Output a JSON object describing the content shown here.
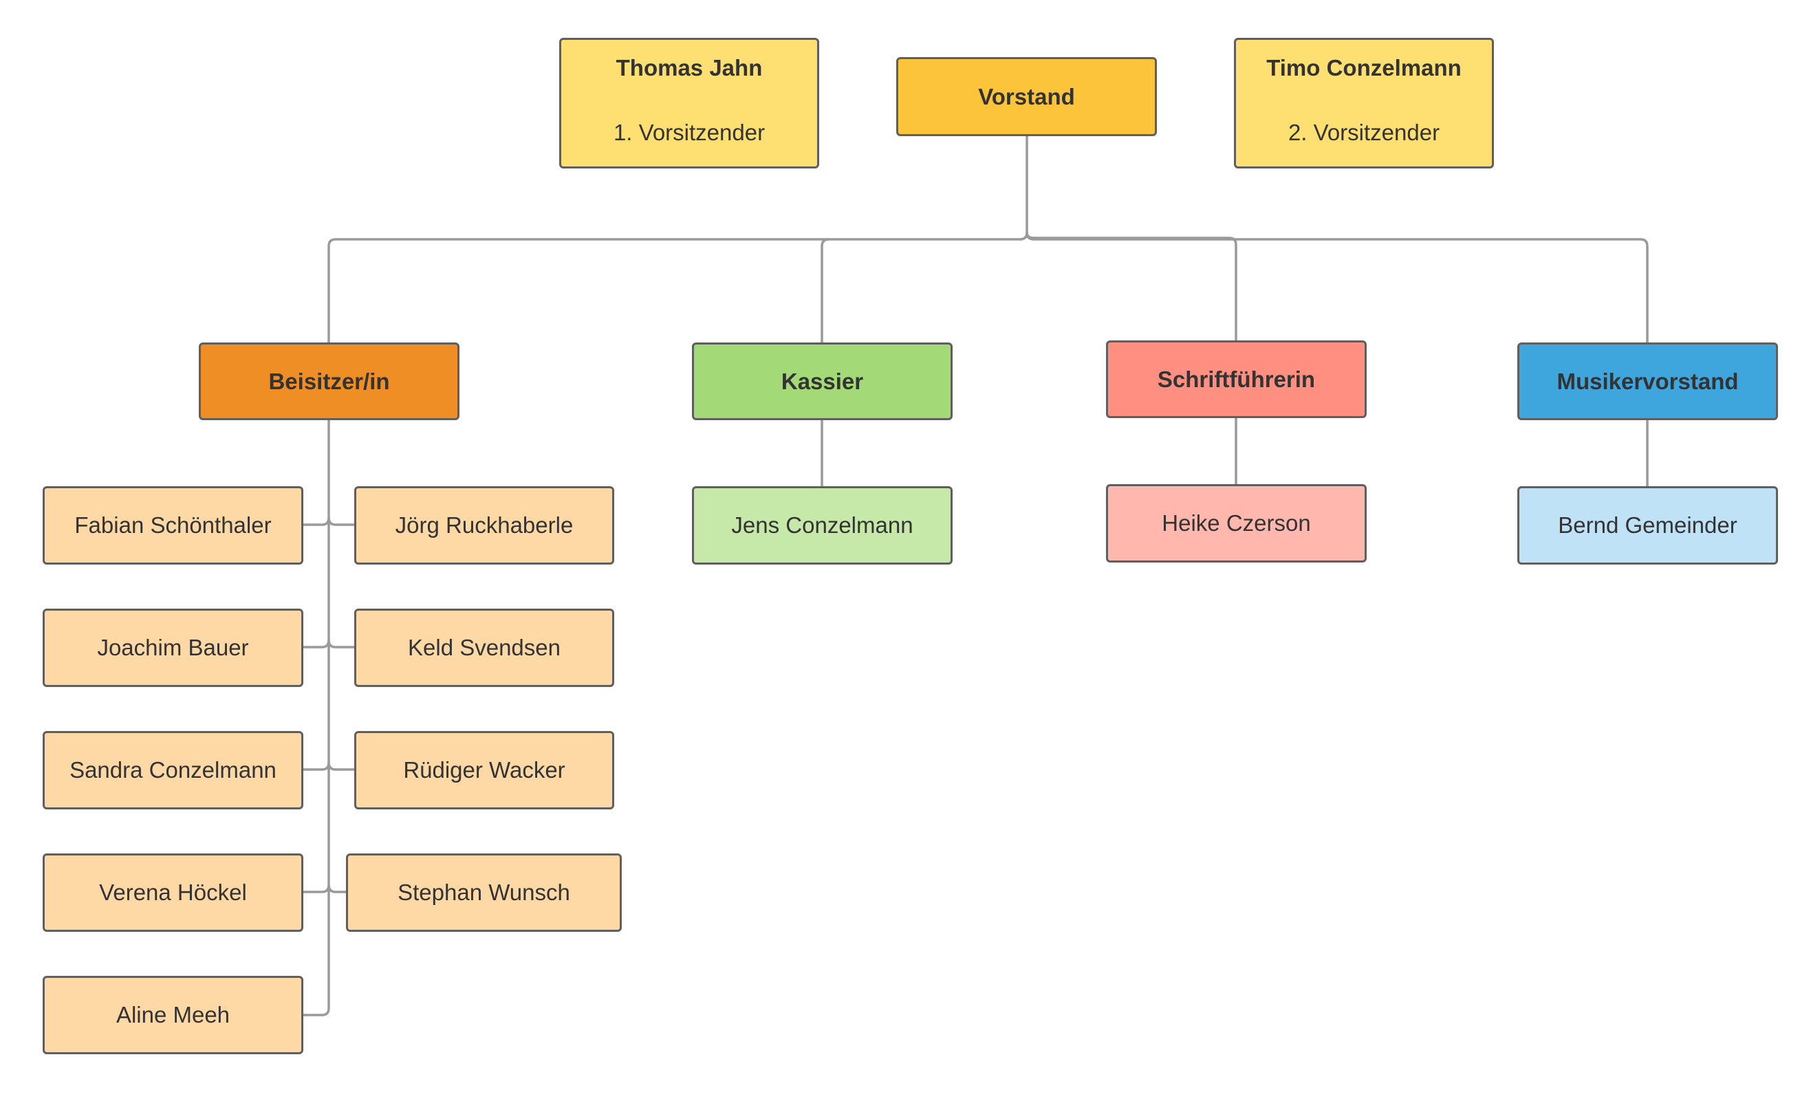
{
  "colors": {
    "connector": "#9a9a9a",
    "border": "#5f5f5f",
    "text": "#333333",
    "vorstand": "#fbc43b",
    "officer": "#fedf71",
    "beisitzer": "#ef8e24",
    "beisitzer_member": "#fed9a6",
    "kassier": "#a3d977",
    "kassier_member": "#c6e9aa",
    "schrift": "#ff8f80",
    "schrift_member": "#ffb7ae",
    "musik": "#3fa6dd",
    "musik_member": "#c0e2f6"
  },
  "top": {
    "vorstand": "Vorstand",
    "chair1": {
      "name": "Thomas Jahn",
      "role": "1. Vorsitzender"
    },
    "chair2": {
      "name": "Timo Conzelmann",
      "role": "2. Vorsitzender"
    }
  },
  "departments": {
    "beisitzer": {
      "label": "Beisitzer/in",
      "members_left": [
        "Fabian Schönthaler",
        "Joachim Bauer",
        "Sandra Conzelmann",
        "Verena Höckel",
        "Aline Meeh"
      ],
      "members_right": [
        "Jörg Ruckhaberle",
        "Keld Svendsen",
        "Rüdiger Wacker",
        "Stephan Wunsch"
      ]
    },
    "kassier": {
      "label": "Kassier",
      "member": "Jens Conzelmann"
    },
    "schrift": {
      "label": "Schriftführerin",
      "member": "Heike Czerson"
    },
    "musik": {
      "label": "Musikervorstand",
      "member": "Bernd Gemeinder"
    }
  }
}
